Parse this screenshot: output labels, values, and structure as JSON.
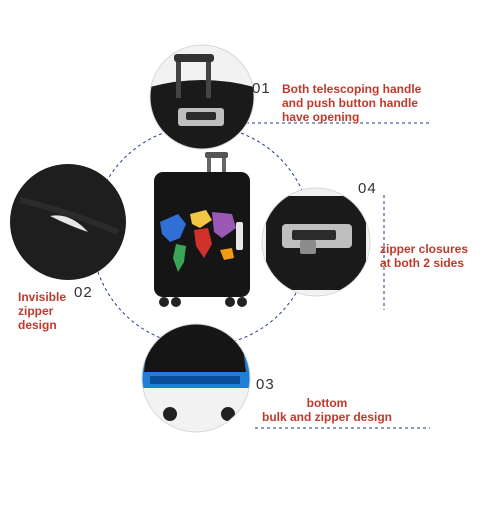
{
  "colors": {
    "caption": "#c0392b",
    "number": "#333333",
    "dashed": "#1f3a8a",
    "cover": "#151515",
    "map_blue": "#2f6fd6",
    "map_yellow": "#f4c542",
    "map_red": "#d0312d",
    "map_green": "#3aa655",
    "wheel_blue": "#1f7fd6"
  },
  "features": [
    {
      "number": "01",
      "lines": [
        "Both telescoping handle",
        "and push button handle",
        "have opening"
      ]
    },
    {
      "number": "02",
      "lines": [
        "Invisible",
        "zipper",
        "design"
      ]
    },
    {
      "number": "03",
      "lines": [
        "bottom",
        "bulk and zipper design"
      ]
    },
    {
      "number": "04",
      "lines": [
        "zipper closures",
        "at both 2 sides"
      ]
    }
  ]
}
